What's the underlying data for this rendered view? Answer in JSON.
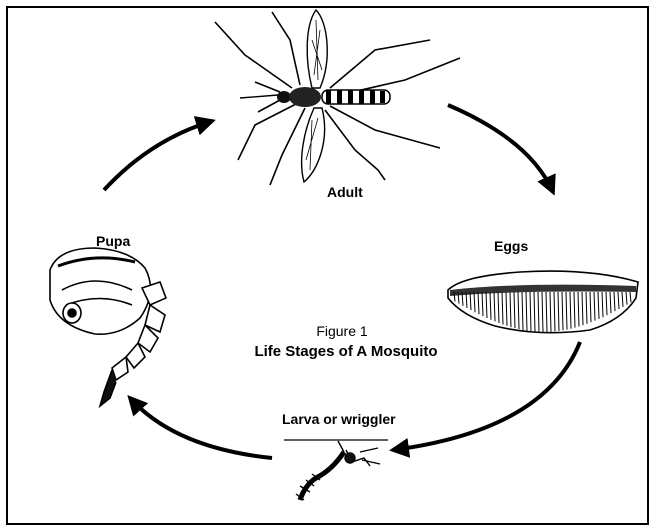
{
  "diagram": {
    "stages": {
      "adult": "Adult",
      "eggs": "Eggs",
      "larva": "Larva or wriggler",
      "pupa": "Pupa"
    },
    "figure": {
      "number": "Figure 1",
      "title": "Life Stages of A Mosquito"
    }
  },
  "colors": {
    "ink": "#000000",
    "background": "#ffffff"
  }
}
